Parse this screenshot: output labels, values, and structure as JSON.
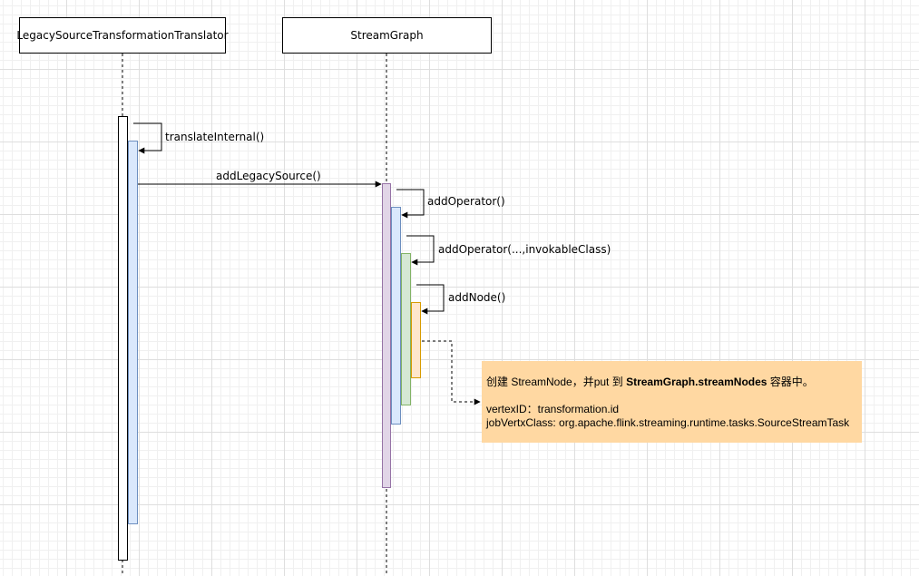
{
  "participants": [
    {
      "name": "LegacySourceTransformationTranslator"
    },
    {
      "name": "StreamGraph"
    }
  ],
  "messages": [
    {
      "label": "translateInternal()"
    },
    {
      "label": "addLegacySource()"
    },
    {
      "label": "addOperator()"
    },
    {
      "label": "addOperator(...,invokableClass)"
    },
    {
      "label": "addNode()"
    }
  ],
  "note": {
    "line1_prefix": "创建 StreamNode，并put 到 ",
    "line1_bold": "StreamGraph.streamNodes",
    "line1_suffix": " 容器中。",
    "line2": "vertexID：transformation.id",
    "line3": "jobVertxClass: org.apache.flink.streaming.runtime.tasks.SourceStreamTask"
  },
  "colors": {
    "activation_white": "#ffffff",
    "activation_blue": "#dae8fc",
    "activation_blue_border": "#6c8ebf",
    "activation_purple": "#e1d5e7",
    "activation_purple_border": "#9673a6",
    "activation_green": "#d5e8d4",
    "activation_green_border": "#82b366",
    "activation_orange": "#ffe6cc",
    "activation_orange_border": "#d79b00",
    "note_fill": "#ffd8a2"
  }
}
